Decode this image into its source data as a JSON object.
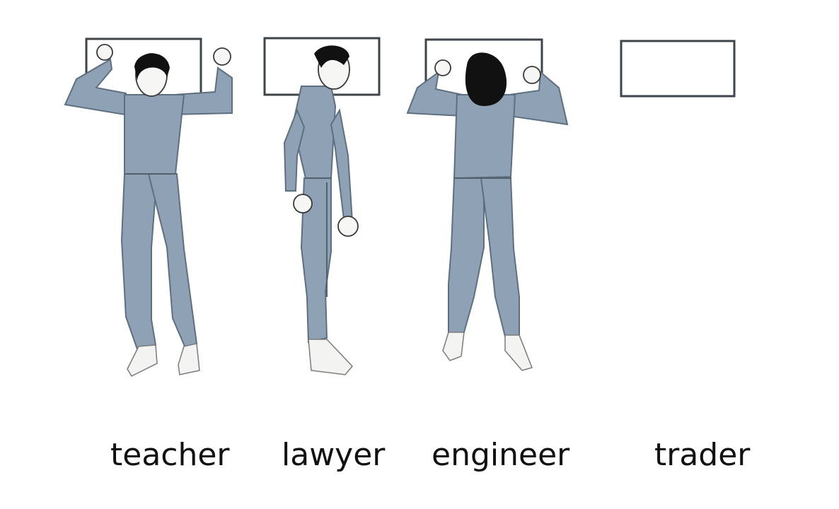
{
  "labels": {
    "teacher": "teacher",
    "lawyer": "lawyer",
    "engineer": "engineer",
    "trader": "trader"
  },
  "colors": {
    "background": "#ffffff",
    "suit": "#8fa2b5",
    "outline": "#3f4448",
    "hair": "#111111"
  },
  "icons": {
    "teacher": "sleeping-figure-arms-up-icon",
    "lawyer": "sleeping-figure-side-icon",
    "engineer": "sleeping-figure-face-down-icon",
    "trader": "empty-bed-icon"
  }
}
